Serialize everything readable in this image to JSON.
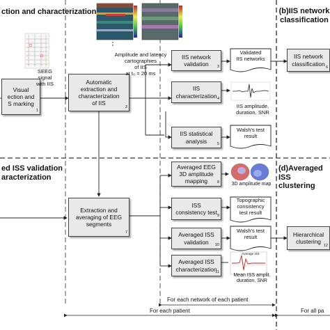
{
  "headings": {
    "a": "ction and characterization",
    "b": "(b)IIS network\nclassification",
    "c": "ed ISS validation\naracterization",
    "d": "(d)Averaged ISS\nclustering"
  },
  "boxes": {
    "b1": {
      "text": "Visual\nection and\nS marking",
      "num": "1"
    },
    "b2": {
      "text": "Automatic\nextraction and\ncharacterization\nof IIS",
      "num": "2"
    },
    "b3": {
      "text": "IIS network\nvalidation",
      "num": "3"
    },
    "b4": {
      "text": "IIS\ncharacterization",
      "num": "4"
    },
    "b5": {
      "text": "IIS statistical\nanalysis",
      "num": "5"
    },
    "b6": {
      "text": "IIS network\nclassification",
      "num": "6"
    },
    "b7": {
      "text": "Extraction and\naveraging of EEG\nsegments",
      "num": "7"
    },
    "b8": {
      "text": "Averaged EEG\n3D amplitude\nmapping",
      "num": "8"
    },
    "b9": {
      "text": "ISS\nconsistency test",
      "num": "9"
    },
    "b10": {
      "text": "Averaged ISS\nvalidation",
      "num": "10"
    },
    "b11": {
      "text": "Averaged ISS\ncharacterization",
      "num": "11"
    },
    "b12": {
      "text": "Hierarchical\nclustering",
      "num": "12"
    }
  },
  "docs": {
    "d1": "Validated\nIIS networks",
    "d2": "Walsh's test\nresult",
    "d3": "Topographic\nconsistency\ntest result",
    "d4": "Walsh's test\nresult"
  },
  "labels": {
    "seeg": "SEEG\nsignal\nwith IIS",
    "cartography": "Amplitude and latency\ncartographies\nof IIS\nat t₀ = 20 ms",
    "iis_amp": "IIS amplitude,\nduration, SNR",
    "amp_map": "3D amplitude map",
    "mean_iss": "Mean ISS amplit.\nduration, SNR",
    "chart_title": "Average ISS"
  },
  "footer": {
    "network": "For each network of each patient",
    "patient": "For each patient",
    "all": "For all pa"
  },
  "colors": {
    "box_fill": "#e9e9e9",
    "line": "#222222",
    "dash": "#555555"
  }
}
